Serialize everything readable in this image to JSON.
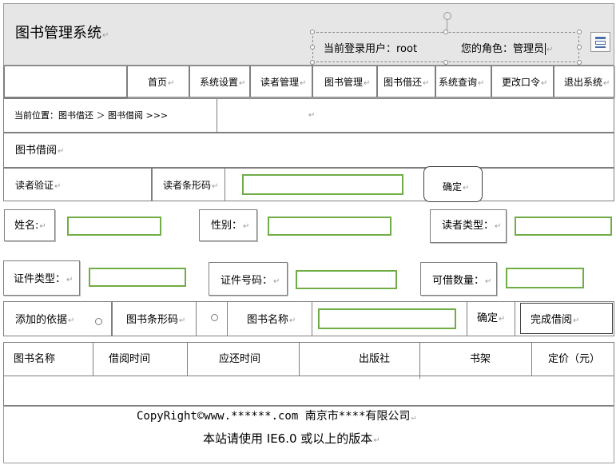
{
  "header": {
    "title": "图书管理系统",
    "current_user": "当前登录用户：root",
    "role": "您的角色：管理员"
  },
  "nav": {
    "items": [
      "首页",
      "系统设置",
      "读者管理",
      "图书管理",
      "图书借还",
      "系统查询",
      "更改口令",
      "退出系统"
    ]
  },
  "breadcrumb": {
    "text": "当前位置：图书借还 ＞ 图书借阅 >>>"
  },
  "section": {
    "title": "图书借阅"
  },
  "reader_verify": {
    "label": "读者验证",
    "barcode_label": "读者条形码",
    "barcode_value": "",
    "confirm_label": "确定"
  },
  "reader_info": {
    "name_label": "姓名:",
    "gender_label": "性别：",
    "type_label": "读者类型：",
    "id_type_label": "证件类型：",
    "id_number_label": "证件号码：",
    "borrowable_label": "可借数量："
  },
  "add_basis": {
    "label": "添加的依据",
    "barcode_option": "图书条形码",
    "name_option": "图书名称",
    "confirm_label": "确定",
    "finish_label": "完成借阅"
  },
  "table": {
    "columns": [
      "图书名称",
      "借阅时间",
      "应还时间",
      "出版社",
      "书架",
      "定价（元）"
    ],
    "rows": []
  },
  "footer": {
    "copyright": "CopyRight©www.******.com 南京市****有限公司",
    "browser_note": "本站请使用 IE6.0 或以上的版本"
  }
}
